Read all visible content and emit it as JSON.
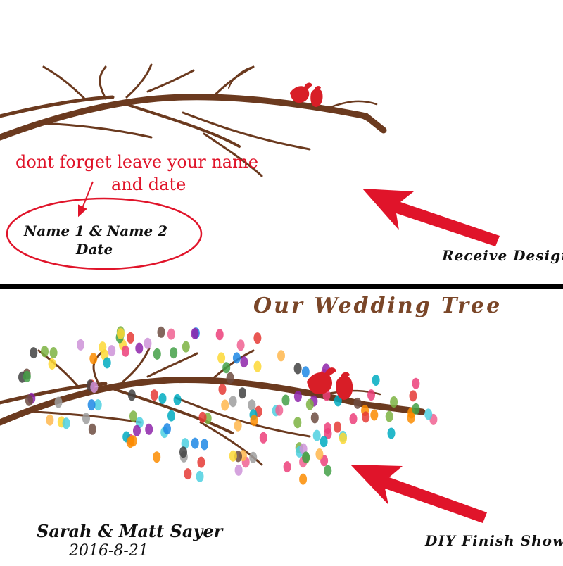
{
  "top_panel": {
    "reminder_line1": "dont forget leave your name",
    "reminder_line2": "and date",
    "placeholder_names": "Name 1 &  Name 2",
    "placeholder_date": "Date",
    "caption": "Receive Design"
  },
  "bottom_panel": {
    "title": "Our Wedding Tree",
    "couple_names": "Sarah & Matt Sayer",
    "wedding_date": "2016-8-21",
    "caption": "DIY Finish Show"
  },
  "colors": {
    "branch": "#6b3a1f",
    "accent_red": "#e0142a",
    "bird_red": "#d81e27",
    "title_brown": "#7a4628",
    "divider": "#000000",
    "fingerprint_palette": [
      "#e53935",
      "#fb8c00",
      "#fdd835",
      "#43a047",
      "#1e88e5",
      "#8e24aa",
      "#ec407a",
      "#00acc1",
      "#7cb342",
      "#6d4c41",
      "#9e9e9e",
      "#ffb74d",
      "#ce93d8",
      "#4dd0e1",
      "#f06292",
      "#424242"
    ]
  },
  "icons": [
    "lovebirds-icon",
    "arrow-icon",
    "fingerprint-leaf-icon"
  ]
}
